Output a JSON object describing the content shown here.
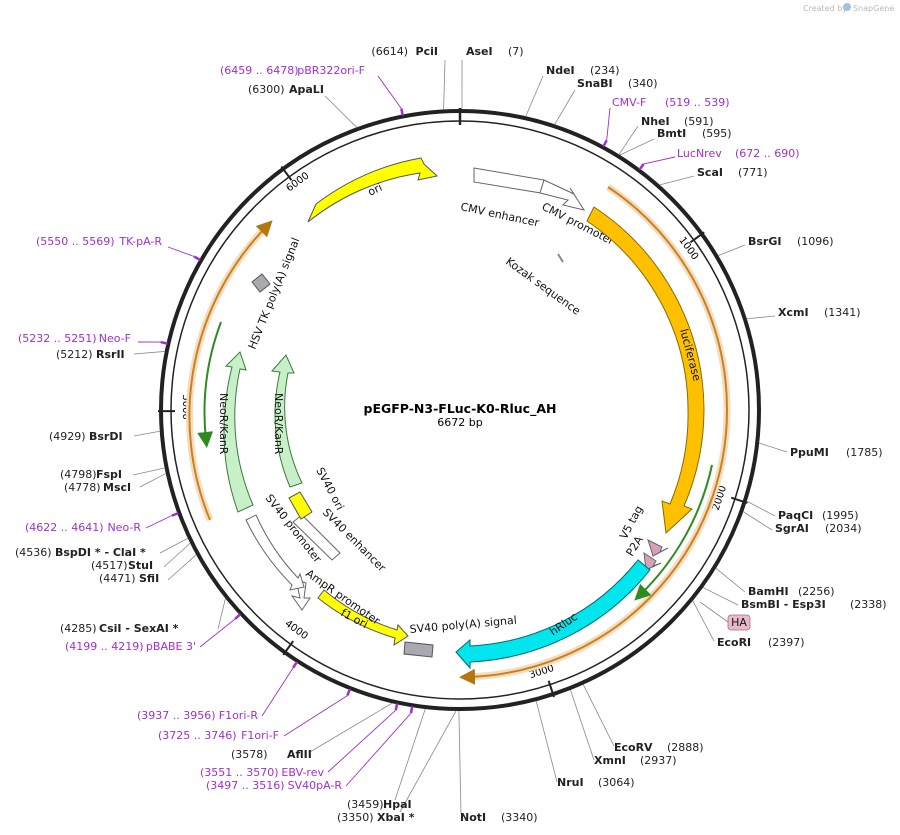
{
  "credit": {
    "text": "Created by",
    "brand": "SnapGene"
  },
  "map": {
    "title": "pEGFP-N3-FLuc-K0-Rluc_AH",
    "size": "6672 bp",
    "length": 6672,
    "tick_labels": [
      {
        "bp": 1000,
        "label": "1000"
      },
      {
        "bp": 2000,
        "label": "2000"
      },
      {
        "bp": 3000,
        "label": "3000"
      },
      {
        "bp": 4000,
        "label": "4000"
      },
      {
        "bp": 5000,
        "label": "5000"
      },
      {
        "bp": 6000,
        "label": "6000"
      }
    ]
  },
  "enzymes": [
    {
      "name": "PciI",
      "pos": "(6614)",
      "bp": 6614
    },
    {
      "name": "AseI",
      "pos": "(7)",
      "bp": 7
    },
    {
      "name": "NdeI",
      "pos": "(234)",
      "bp": 234
    },
    {
      "name": "SnaBI",
      "pos": "(340)",
      "bp": 340
    },
    {
      "name": "NheI",
      "pos": "(591)",
      "bp": 591
    },
    {
      "name": "BmtI",
      "pos": "(595)",
      "bp": 595
    },
    {
      "name": "ScaI",
      "pos": "(771)",
      "bp": 771
    },
    {
      "name": "BsrGI",
      "pos": "(1096)",
      "bp": 1096
    },
    {
      "name": "XcmI",
      "pos": "(1341)",
      "bp": 1341
    },
    {
      "name": "PpuMI",
      "pos": "(1785)",
      "bp": 1785
    },
    {
      "name": "PaqCI",
      "pos": "(1995)",
      "bp": 1995
    },
    {
      "name": "SgrAI",
      "pos": "(2034)",
      "bp": 2034
    },
    {
      "name": "BamHI",
      "pos": "(2256)",
      "bp": 2256
    },
    {
      "name": "BsmBI - Esp3I",
      "pos": "(2338)",
      "bp": 2338
    },
    {
      "name": "EcoRI",
      "pos": "(2397)",
      "bp": 2397
    },
    {
      "name": "EcoRV",
      "pos": "(2888)",
      "bp": 2888
    },
    {
      "name": "XmnI",
      "pos": "(2937)",
      "bp": 2937
    },
    {
      "name": "NruI",
      "pos": "(3064)",
      "bp": 3064
    },
    {
      "name": "NotI",
      "pos": "(3340)",
      "bp": 3340
    },
    {
      "name": "XbaI *",
      "pos": "(3350)",
      "bp": 3350
    },
    {
      "name": "HpaI",
      "pos": "(3459)",
      "bp": 3459
    },
    {
      "name": "AflII",
      "pos": "(3578)",
      "bp": 3578
    },
    {
      "name": "CsiI - SexAI *",
      "pos": "(4285)",
      "bp": 4285
    },
    {
      "name": "SfiI",
      "pos": "(4471)",
      "bp": 4471
    },
    {
      "name": "StuI",
      "pos": "(4517)",
      "bp": 4517
    },
    {
      "name": "BspDI * - ClaI *",
      "pos": "(4536)",
      "bp": 4536
    },
    {
      "name": "MscI",
      "pos": "(4778)",
      "bp": 4778
    },
    {
      "name": "FspI",
      "pos": "(4798)",
      "bp": 4798
    },
    {
      "name": "BsrDI",
      "pos": "(4929)",
      "bp": 4929
    },
    {
      "name": "RsrII",
      "pos": "(5212)",
      "bp": 5212
    },
    {
      "name": "ApaLI",
      "pos": "(6300)",
      "bp": 6300
    }
  ],
  "primers": [
    {
      "range": "(6459 .. 6478)",
      "name": "pBR322ori-F",
      "bp": 6468
    },
    {
      "range": "(519 .. 539)",
      "name": "CMV-F",
      "bp": 529
    },
    {
      "range": "(672 .. 690)",
      "name": "LucNrev",
      "bp": 681
    },
    {
      "range": "(5550 .. 5569)",
      "name": "TK-pA-R",
      "bp": 5560
    },
    {
      "range": "(5232 .. 5251)",
      "name": "Neo-F",
      "bp": 5241
    },
    {
      "range": "(4622 .. 4641)",
      "name": "Neo-R",
      "bp": 4631
    },
    {
      "range": "(4199 .. 4219)",
      "name": "pBABE 3'",
      "bp": 4209
    },
    {
      "range": "(3937 .. 3956)",
      "name": "F1ori-R",
      "bp": 3946
    },
    {
      "range": "(3725 .. 3746)",
      "name": "F1ori-F",
      "bp": 3735
    },
    {
      "range": "(3551 .. 3570)",
      "name": "EBV-rev",
      "bp": 3560
    },
    {
      "range": "(3497 .. 3516)",
      "name": "SV40pA-R",
      "bp": 3506
    }
  ],
  "features": [
    {
      "name": "ori",
      "color": "#ffff00"
    },
    {
      "name": "CMV enhancer",
      "color": "#ffffff"
    },
    {
      "name": "CMV promoter",
      "color": "#ffffff"
    },
    {
      "name": "Kozak sequence",
      "color": "#ffffff"
    },
    {
      "name": "luciferase",
      "color": "#ffc000"
    },
    {
      "name": "V5 tag",
      "color": "#d8a0b8"
    },
    {
      "name": "P2A",
      "color": "#d8a0b8"
    },
    {
      "name": "HA",
      "color": "#e8b8cc"
    },
    {
      "name": "hRluc",
      "color": "#00e5ee"
    },
    {
      "name": "SV40 poly(A) signal",
      "color": "#a8a8a8"
    },
    {
      "name": "f1 ori",
      "color": "#ffff00"
    },
    {
      "name": "AmpR promoter",
      "color": "#ffffff"
    },
    {
      "name": "SV40 promoter",
      "color": "#ffffff"
    },
    {
      "name": "SV40 enhancer",
      "color": "#ffffff"
    },
    {
      "name": "SV40 ori",
      "color": "#ffff00"
    },
    {
      "name": "NeoR/KanR",
      "color": "#c8f0c8"
    },
    {
      "name": "NeoR/KanR",
      "color": "#c8f0c8"
    },
    {
      "name": "HSV TK poly(A) signal",
      "color": "#a8a8a8"
    }
  ],
  "colors": {
    "backbone": "#333333",
    "primer": "#a02fd0",
    "orf_orange": "#e8a33d",
    "orf_green": "#2e8b20"
  }
}
